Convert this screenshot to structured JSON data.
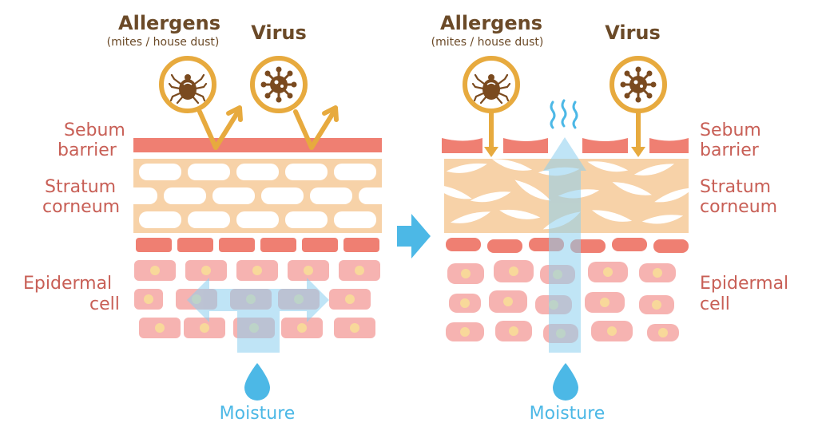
{
  "left_panel": {
    "allergens_title": "Allergens",
    "allergens_subtitle": "(mites / house dust)",
    "virus_title": "Virus",
    "sebum_label_line1": "Sebum",
    "sebum_label_line2": "barrier",
    "stratum_label_line1": "Stratum",
    "stratum_label_line2": "corneum",
    "epidermal_label_line1": "Epidermal",
    "epidermal_label_line2": "cell",
    "moisture_label": "Moisture"
  },
  "right_panel": {
    "allergens_title": "Allergens",
    "allergens_subtitle": "(mites / house dust)",
    "virus_title": "Virus",
    "sebum_label_line1": "Sebum",
    "sebum_label_line2": "barrier",
    "stratum_label_line1": "Stratum",
    "stratum_label_line2": "corneum",
    "epidermal_label_line1": "Epidermal",
    "epidermal_label_line2": "cell",
    "moisture_label": "Moisture"
  },
  "icons": {
    "mite": "mite-icon",
    "virus": "virus-icon",
    "water_drop": "water-drop-icon",
    "evaporation": "evaporation-icon",
    "transition_arrow": "arrow-right-icon"
  },
  "colors": {
    "label_red": "#c85f56",
    "title_brown": "#6b4a28",
    "sebum": "#ef7f72",
    "stratum_bg": "#f7d2a8",
    "cell": "#f6b3b1",
    "nucleus": "#f8d89a",
    "arrow_gold": "#e7aa3e",
    "moisture_blue": "#4cb8e6"
  }
}
